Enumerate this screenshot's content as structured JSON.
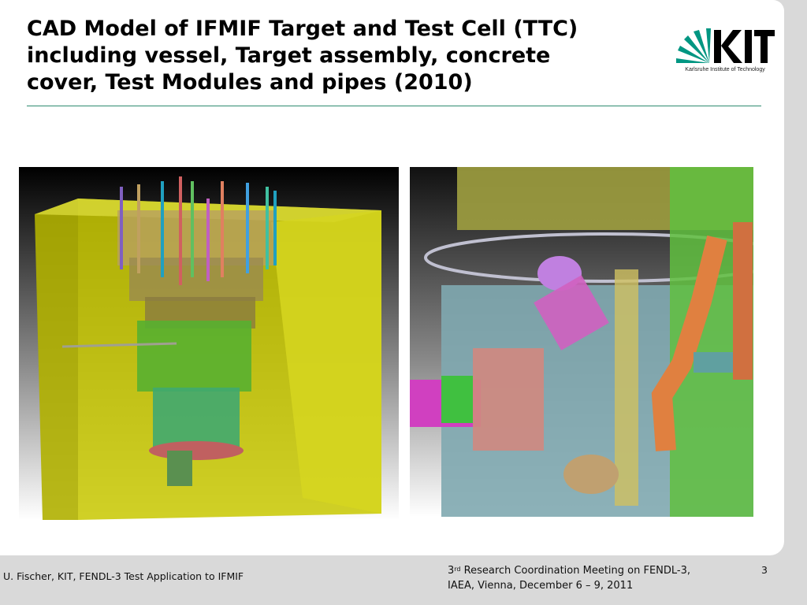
{
  "slide": {
    "title": "CAD Model of IFMIF Target and Test Cell (TTC)\nincluding vessel, Target assembly, concrete\ncover, Test Modules and pipes (2010)",
    "logo": {
      "wordmark": "KIT",
      "subtitle": "Karlsruhe Institute of Technology",
      "color": "#009682"
    },
    "images": [
      {
        "name": "ttc-overview-cad"
      },
      {
        "name": "ttc-detail-cad"
      }
    ]
  },
  "footer": {
    "author": "U. Fischer, KIT, FENDL-3 Test Application to IFMIF",
    "meeting_number": "3",
    "meeting_suffix": "rd",
    "meeting_line1_rest": " Research Coordination Meeting on FENDL-3,",
    "meeting_line2": "IAEA, Vienna, December 6 – 9, 2011",
    "page": "3"
  },
  "colors": {
    "rule": "#2e8b6f",
    "background": "#d9d9d9"
  }
}
